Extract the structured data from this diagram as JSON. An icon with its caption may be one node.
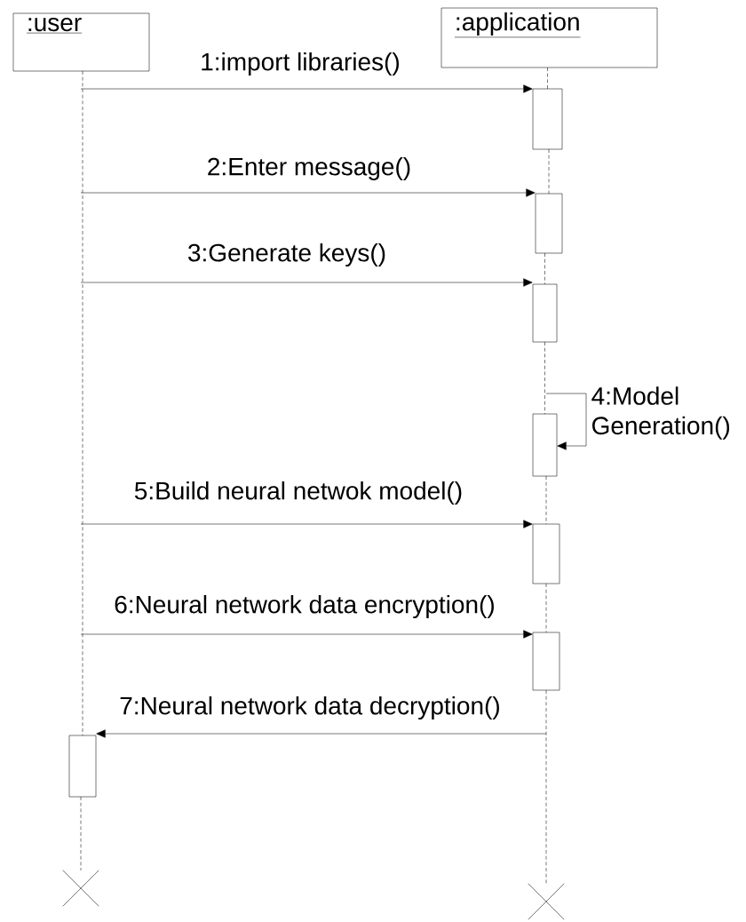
{
  "diagram": {
    "nodes": [
      {
        "text": [
          ":user"
        ]
      },
      {
        "text": [
          ":application"
        ]
      },
      {
        "text": [],
        "shape": "bar"
      },
      {
        "text": [],
        "shape": "bar"
      },
      {
        "text": [],
        "shape": "bar"
      },
      {
        "text": [],
        "shape": "bar"
      },
      {
        "text": [],
        "shape": "bar"
      },
      {
        "text": [],
        "shape": "bar"
      },
      {
        "text": [],
        "shape": "bar"
      },
      {
        "text": [],
        "shape": "cross"
      },
      {
        "text": [],
        "shape": "cross"
      }
    ],
    "edges": [
      {
        "from": null,
        "to": 2,
        "arrow": "to",
        "label": "1:import libraries()"
      },
      {
        "from": null,
        "to": 3,
        "arrow": "to",
        "label": "2:Enter message()"
      },
      {
        "from": null,
        "to": 4,
        "arrow": "to",
        "label": "3:Generate keys()"
      },
      {
        "from": null,
        "to": 5,
        "arrow": "to",
        "label": "4:Model Generation()"
      },
      {
        "from": null,
        "to": 6,
        "arrow": "to",
        "label": "5:Build neural netwok model()"
      },
      {
        "from": null,
        "to": 7,
        "arrow": "to",
        "label": "6:Neural network data encryption()"
      },
      {
        "from": null,
        "to": 8,
        "arrow": "to",
        "label": "7:Neural network data decryption()"
      },
      {
        "from": 0,
        "to": 8,
        "arrow": "none",
        "style": "dashed"
      },
      {
        "from": 8,
        "to": 9,
        "arrow": "none",
        "style": "dashed"
      },
      {
        "from": 1,
        "to": 2,
        "arrow": "none",
        "style": "dashed"
      },
      {
        "from": 2,
        "to": 3,
        "arrow": "none",
        "style": "dashed"
      },
      {
        "from": 3,
        "to": 4,
        "arrow": "none",
        "style": "dashed"
      },
      {
        "from": 4,
        "to": 5,
        "arrow": "none",
        "style": "dashed"
      },
      {
        "from": 5,
        "to": 6,
        "arrow": "none",
        "style": "dashed"
      },
      {
        "from": 6,
        "to": 7,
        "arrow": "none",
        "style": "dashed"
      },
      {
        "from": 7,
        "to": 10,
        "arrow": "none",
        "style": "dashed"
      }
    ]
  }
}
